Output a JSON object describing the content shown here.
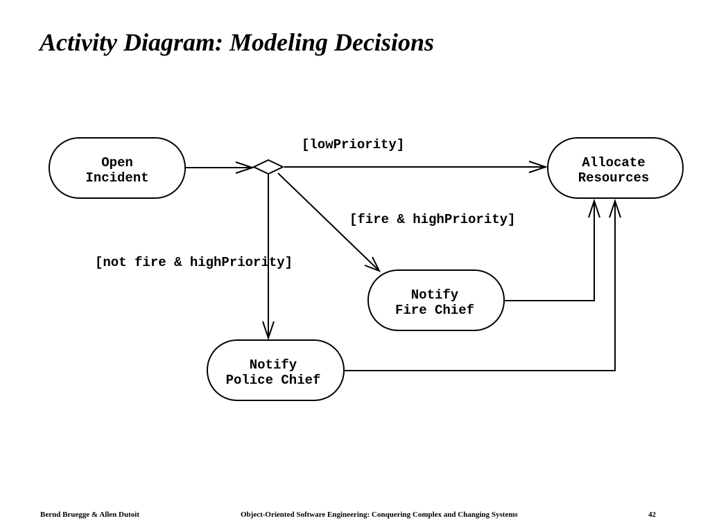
{
  "title": "Activity Diagram: Modeling Decisions",
  "nodes": {
    "open_incident": {
      "line1": "Open",
      "line2": "Incident"
    },
    "allocate_resources": {
      "line1": "Allocate",
      "line2": "Resources"
    },
    "notify_fire_chief": {
      "line1": "Notify",
      "line2": "Fire Chief"
    },
    "notify_police_chief": {
      "line1": "Notify",
      "line2": "Police Chief"
    }
  },
  "guards": {
    "low_priority": "[lowPriority]",
    "fire_high_priority": "[fire & highPriority]",
    "not_fire_high_priority": "[not fire & highPriority]"
  },
  "footer": {
    "authors": "Bernd Bruegge & Allen Dutoit",
    "book": "Object-Oriented Software Engineering: Conquering Complex and Changing Systems",
    "page": "42"
  }
}
